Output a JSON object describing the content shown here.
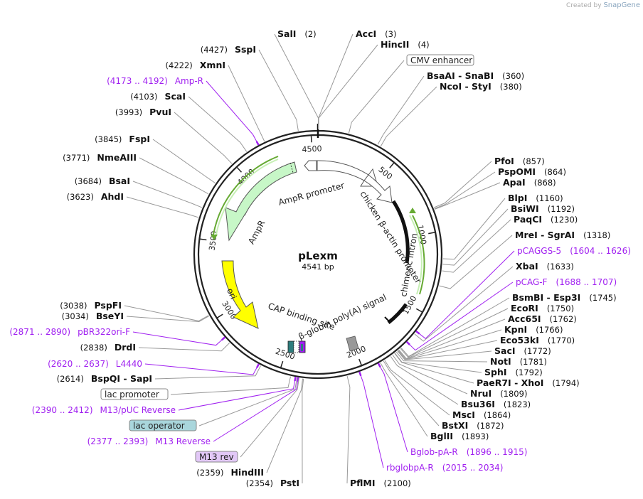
{
  "header": {
    "created_by": "Created by",
    "brand": "SnapGene"
  },
  "plasmid": {
    "name": "pLexm",
    "size_label": "4541 bp",
    "length": 4541
  },
  "ticks": [
    "500",
    "1000",
    "1500",
    "2000",
    "2500",
    "3000",
    "3500",
    "4000",
    "4500"
  ],
  "features_on_map": [
    {
      "name": "AmpR promoter"
    },
    {
      "name": "AmpR"
    },
    {
      "name": "ori"
    },
    {
      "name": "chicken β-actin promoter"
    },
    {
      "name": "chimeric intron"
    },
    {
      "name": "CAP binding site"
    },
    {
      "name": "β-globin poly(A) signal"
    }
  ],
  "colors": {
    "ampr": "#c7f7c7",
    "ori": "#ffff00",
    "primer": "#a020f0",
    "cap": "#2e7d7d",
    "polya": "#999999",
    "green_line": "#66aa33"
  },
  "annotations": {
    "right": [
      {
        "text": "SalI",
        "pos": "(2)",
        "kind": "site"
      },
      {
        "text": "AccI",
        "pos": "(3)",
        "kind": "site"
      },
      {
        "text": "HincII",
        "pos": "(4)",
        "kind": "site"
      },
      {
        "text": "CMV enhancer",
        "pos": "",
        "kind": "feature"
      },
      {
        "text": "BsaAI - SnaBI",
        "pos": "(360)",
        "kind": "site"
      },
      {
        "text": "NcoI - StyI",
        "pos": "(380)",
        "kind": "site"
      },
      {
        "text": "PfoI",
        "pos": "(857)",
        "kind": "site"
      },
      {
        "text": "PspOMI",
        "pos": "(864)",
        "kind": "site"
      },
      {
        "text": "ApaI",
        "pos": "(868)",
        "kind": "site"
      },
      {
        "text": "BlpI",
        "pos": "(1160)",
        "kind": "site"
      },
      {
        "text": "BsiWI",
        "pos": "(1192)",
        "kind": "site"
      },
      {
        "text": "PaqCI",
        "pos": "(1230)",
        "kind": "site"
      },
      {
        "text": "MreI - SgrAI",
        "pos": "(1318)",
        "kind": "site"
      },
      {
        "text": "pCAGGS-5",
        "pos": "(1604 .. 1626)",
        "kind": "primer"
      },
      {
        "text": "XbaI",
        "pos": "(1633)",
        "kind": "site"
      },
      {
        "text": "pCAG-F",
        "pos": "(1688 .. 1707)",
        "kind": "primer"
      },
      {
        "text": "BsmBI - Esp3I",
        "pos": "(1745)",
        "kind": "site"
      },
      {
        "text": "EcoRI",
        "pos": "(1750)",
        "kind": "site"
      },
      {
        "text": "Acc65I",
        "pos": "(1762)",
        "kind": "site"
      },
      {
        "text": "KpnI",
        "pos": "(1766)",
        "kind": "site"
      },
      {
        "text": "Eco53kI",
        "pos": "(1770)",
        "kind": "site"
      },
      {
        "text": "SacI",
        "pos": "(1772)",
        "kind": "site"
      },
      {
        "text": "NotI",
        "pos": "(1781)",
        "kind": "site"
      },
      {
        "text": "SphI",
        "pos": "(1792)",
        "kind": "site"
      },
      {
        "text": "PaeR7I - XhoI",
        "pos": "(1794)",
        "kind": "site"
      },
      {
        "text": "NruI",
        "pos": "(1809)",
        "kind": "site"
      },
      {
        "text": "Bsu36I",
        "pos": "(1823)",
        "kind": "site"
      },
      {
        "text": "MscI",
        "pos": "(1864)",
        "kind": "site"
      },
      {
        "text": "BstXI",
        "pos": "(1872)",
        "kind": "site"
      },
      {
        "text": "BglII",
        "pos": "(1893)",
        "kind": "site"
      },
      {
        "text": "Bglob-pA-R",
        "pos": "(1896 .. 1915)",
        "kind": "primer"
      },
      {
        "text": "rbglobpA-R",
        "pos": "(2015 .. 2034)",
        "kind": "primer"
      },
      {
        "text": "PflMI",
        "pos": "(2100)",
        "kind": "site"
      }
    ],
    "left": [
      {
        "text": "SspI",
        "pos": "(4427)",
        "kind": "site"
      },
      {
        "text": "XmnI",
        "pos": "(4222)",
        "kind": "site"
      },
      {
        "text": "Amp-R",
        "pos": "(4173 .. 4192)",
        "kind": "primer"
      },
      {
        "text": "ScaI",
        "pos": "(4103)",
        "kind": "site"
      },
      {
        "text": "PvuI",
        "pos": "(3993)",
        "kind": "site"
      },
      {
        "text": "FspI",
        "pos": "(3845)",
        "kind": "site"
      },
      {
        "text": "NmeAIII",
        "pos": "(3771)",
        "kind": "site"
      },
      {
        "text": "BsaI",
        "pos": "(3684)",
        "kind": "site"
      },
      {
        "text": "AhdI",
        "pos": "(3623)",
        "kind": "site"
      },
      {
        "text": "PspFI",
        "pos": "(3038)",
        "kind": "site"
      },
      {
        "text": "BseYI",
        "pos": "(3034)",
        "kind": "site"
      },
      {
        "text": "pBR322ori-F",
        "pos": "(2871 .. 2890)",
        "kind": "primer"
      },
      {
        "text": "DrdI",
        "pos": "(2838)",
        "kind": "site"
      },
      {
        "text": "L4440",
        "pos": "(2620 .. 2637)",
        "kind": "primer"
      },
      {
        "text": "BspQI - SapI",
        "pos": "(2614)",
        "kind": "site"
      },
      {
        "text": "lac promoter",
        "pos": "",
        "kind": "feature"
      },
      {
        "text": "M13/pUC Reverse",
        "pos": "(2390 .. 2412)",
        "kind": "primer"
      },
      {
        "text": "lac operator",
        "pos": "",
        "kind": "feature-teal"
      },
      {
        "text": "M13 Reverse",
        "pos": "(2377 .. 2393)",
        "kind": "primer"
      },
      {
        "text": "M13 rev",
        "pos": "",
        "kind": "feature-purple"
      },
      {
        "text": "HindIII",
        "pos": "(2359)",
        "kind": "site"
      },
      {
        "text": "PstI",
        "pos": "(2354)",
        "kind": "site"
      }
    ]
  }
}
